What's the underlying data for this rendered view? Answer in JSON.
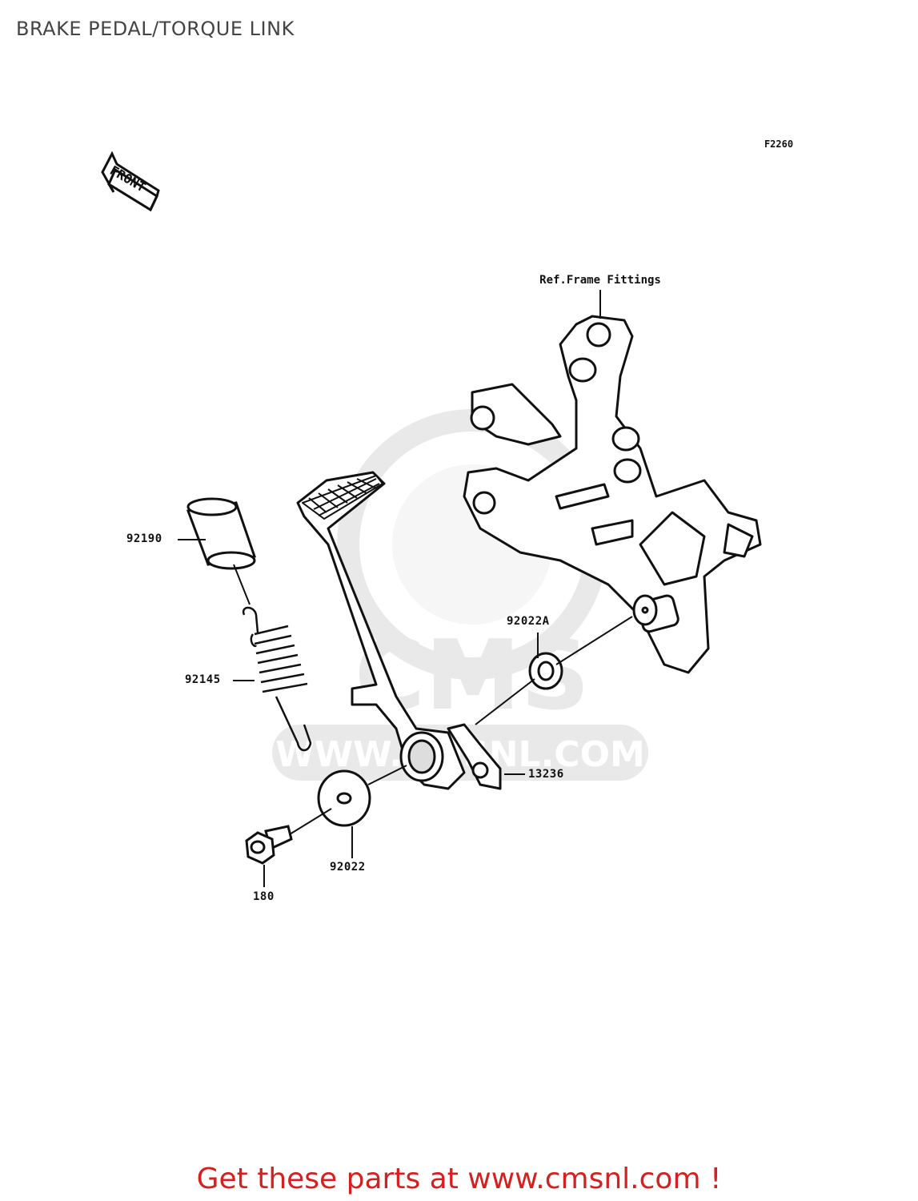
{
  "page": {
    "title": "BRAKE PEDAL/TORQUE LINK",
    "figure_code": "F2260",
    "front_label": "FRONT",
    "ref_label": "Ref.Frame Fittings",
    "watermark": {
      "brand": "CMS",
      "url": "WWW.CMSNL.COM"
    },
    "footer": "Get these parts at www.cmsnl.com !"
  },
  "parts": [
    {
      "id": "92190"
    },
    {
      "id": "92145"
    },
    {
      "id": "92022A"
    },
    {
      "id": "13236"
    },
    {
      "id": "92022"
    },
    {
      "id": "180"
    }
  ]
}
